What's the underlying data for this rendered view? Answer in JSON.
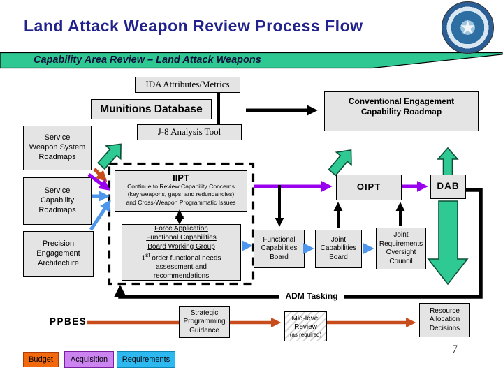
{
  "header": {
    "title": "Land Attack Weapon Review Process Flow",
    "banner": "Capability Area Review – Land Attack Weapons"
  },
  "boxes": {
    "ida": {
      "label": "IDA Attributes/Metrics"
    },
    "munitions": {
      "label": "Munitions Database"
    },
    "j8": {
      "label": "J-8 Analysis Tool"
    },
    "conventional": {
      "label": "Conventional Engagement\nCapability Roadmap"
    },
    "service_weapon": {
      "label": "Service\nWeapon System\nRoadmaps"
    },
    "service_capability": {
      "label": "Service\nCapability\nRoadmaps"
    },
    "precision": {
      "label": "Precision\nEngagement\nArchitecture"
    },
    "iipt": {
      "title": "IIPT",
      "body": "Continue to Review Capability Concerns\n(key weapons, gaps, and redundancies)\nand Cross-Weapon Programmatic Issues"
    },
    "force": {
      "line1": "Force Application",
      "line2": "Functional Capabilities",
      "line3": "Board Working Group",
      "line4_num": "1",
      "line4_sup": "st",
      "line4_rest": " order functional needs",
      "line5": "assessment and",
      "line6": "recommendations"
    },
    "fcb": {
      "label": "Functional\nCapabilities\nBoard"
    },
    "jcb": {
      "label": "Joint\nCapabilities\nBoard"
    },
    "jroc": {
      "label": "Joint\nRequirements\nOversight\nCouncil"
    },
    "oipt": {
      "label": "OIPT"
    },
    "dab": {
      "label": "DAB"
    },
    "spg": {
      "label": "Strategic\nProgramming\nGuidance"
    },
    "midlevel": {
      "label": "Mid-level\nReview",
      "note": "(as required)"
    },
    "resource": {
      "label": "Resource\nAllocation\nDecisions"
    }
  },
  "flow_labels": {
    "adm_tasking": "ADM Tasking",
    "ppbes": "PPBES"
  },
  "legend": {
    "items": [
      {
        "label": "Budget",
        "color": "#F2690D"
      },
      {
        "label": "Acquisition",
        "color": "#CC85F0"
      },
      {
        "label": "Requirements",
        "color": "#2EB8F0"
      }
    ]
  },
  "page_number": "7",
  "colors": {
    "title_navy": "#22228C",
    "banner_green": "#2EC993",
    "box_gray": "#E4E4E4",
    "requirements_blue": "#4D96EC",
    "acquisition_purple": "#9900EE",
    "budget_orange": "#C94D1C",
    "block_arrow_green": "#2FC993",
    "connector_black": "#000000"
  }
}
